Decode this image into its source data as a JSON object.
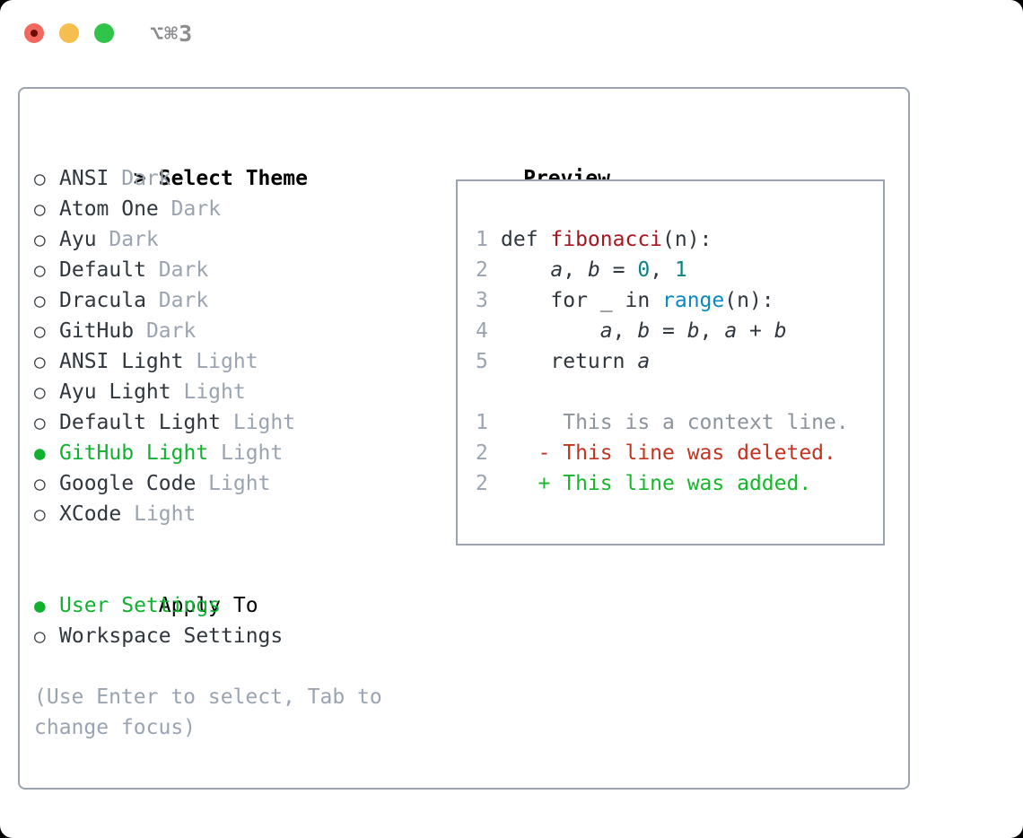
{
  "window": {
    "title": "⌥⌘3"
  },
  "theme_selector": {
    "marker": ">",
    "header": "Select Theme",
    "radio_unselected": "○",
    "radio_selected": "●",
    "items": [
      {
        "name": "ANSI",
        "variant": "Dark",
        "selected": false
      },
      {
        "name": "Atom One",
        "variant": "Dark",
        "selected": false
      },
      {
        "name": "Ayu",
        "variant": "Dark",
        "selected": false
      },
      {
        "name": "Default",
        "variant": "Dark",
        "selected": false
      },
      {
        "name": "Dracula",
        "variant": "Dark",
        "selected": false
      },
      {
        "name": "GitHub",
        "variant": "Dark",
        "selected": false
      },
      {
        "name": "ANSI Light",
        "variant": "Light",
        "selected": false
      },
      {
        "name": "Ayu Light",
        "variant": "Light",
        "selected": false
      },
      {
        "name": "Default Light",
        "variant": "Light",
        "selected": false
      },
      {
        "name": "GitHub Light",
        "variant": "Light",
        "selected": true
      },
      {
        "name": "Google Code",
        "variant": "Light",
        "selected": false
      },
      {
        "name": "XCode",
        "variant": "Light",
        "selected": false
      }
    ]
  },
  "apply_to": {
    "header": "Apply To",
    "options": [
      {
        "label": "User Settings",
        "selected": true
      },
      {
        "label": "Workspace Settings",
        "selected": false
      }
    ]
  },
  "help": {
    "line1": "(Use Enter to select, Tab to",
    "line2": "change focus)"
  },
  "preview": {
    "header": "Preview",
    "code_lines": [
      {
        "num": "1",
        "segs": [
          {
            "t": "def ",
            "c": "plain"
          },
          {
            "t": "fibonacci",
            "c": "func"
          },
          {
            "t": "(n):",
            "c": "plain"
          }
        ]
      },
      {
        "num": "2",
        "segs": [
          {
            "t": "    ",
            "c": "plain"
          },
          {
            "t": "a",
            "c": "var"
          },
          {
            "t": ", ",
            "c": "plain"
          },
          {
            "t": "b",
            "c": "var"
          },
          {
            "t": " = ",
            "c": "plain"
          },
          {
            "t": "0",
            "c": "num"
          },
          {
            "t": ", ",
            "c": "plain"
          },
          {
            "t": "1",
            "c": "num"
          }
        ]
      },
      {
        "num": "3",
        "segs": [
          {
            "t": "    for _ in ",
            "c": "plain"
          },
          {
            "t": "range",
            "c": "builtin"
          },
          {
            "t": "(n):",
            "c": "plain"
          }
        ]
      },
      {
        "num": "4",
        "segs": [
          {
            "t": "        ",
            "c": "plain"
          },
          {
            "t": "a",
            "c": "var"
          },
          {
            "t": ", ",
            "c": "plain"
          },
          {
            "t": "b",
            "c": "var"
          },
          {
            "t": " = ",
            "c": "plain"
          },
          {
            "t": "b",
            "c": "var"
          },
          {
            "t": ", ",
            "c": "plain"
          },
          {
            "t": "a",
            "c": "var"
          },
          {
            "t": " + ",
            "c": "plain"
          },
          {
            "t": "b",
            "c": "var"
          }
        ]
      },
      {
        "num": "5",
        "segs": [
          {
            "t": "    return ",
            "c": "plain"
          },
          {
            "t": "a",
            "c": "var"
          }
        ]
      }
    ],
    "diff_lines": [
      {
        "num": "1",
        "segs": [
          {
            "t": "     This is a context line.",
            "c": "context"
          }
        ]
      },
      {
        "num": "2",
        "segs": [
          {
            "t": "   - This line was deleted.",
            "c": "del"
          }
        ]
      },
      {
        "num": "2",
        "segs": [
          {
            "t": "   + This line was added.",
            "c": "add"
          }
        ]
      }
    ]
  },
  "colors": {
    "selection_green": "#10b12e",
    "text_dark": "#2f363d",
    "muted_gray": "#9aa4b0",
    "border_gray": "#9aa3ae",
    "function_red": "#a6161f",
    "number_teal": "#0e8181",
    "builtin_blue": "#0a87c4",
    "diff_context_gray": "#8b939c",
    "diff_deleted_red": "#c23320",
    "diff_added_green": "#16b62b",
    "traffic_close_red": "#f1685e",
    "traffic_minimize_yellow": "#f5bf4f",
    "traffic_zoom_green": "#30c54a",
    "title_gray": "#8c8c90"
  }
}
